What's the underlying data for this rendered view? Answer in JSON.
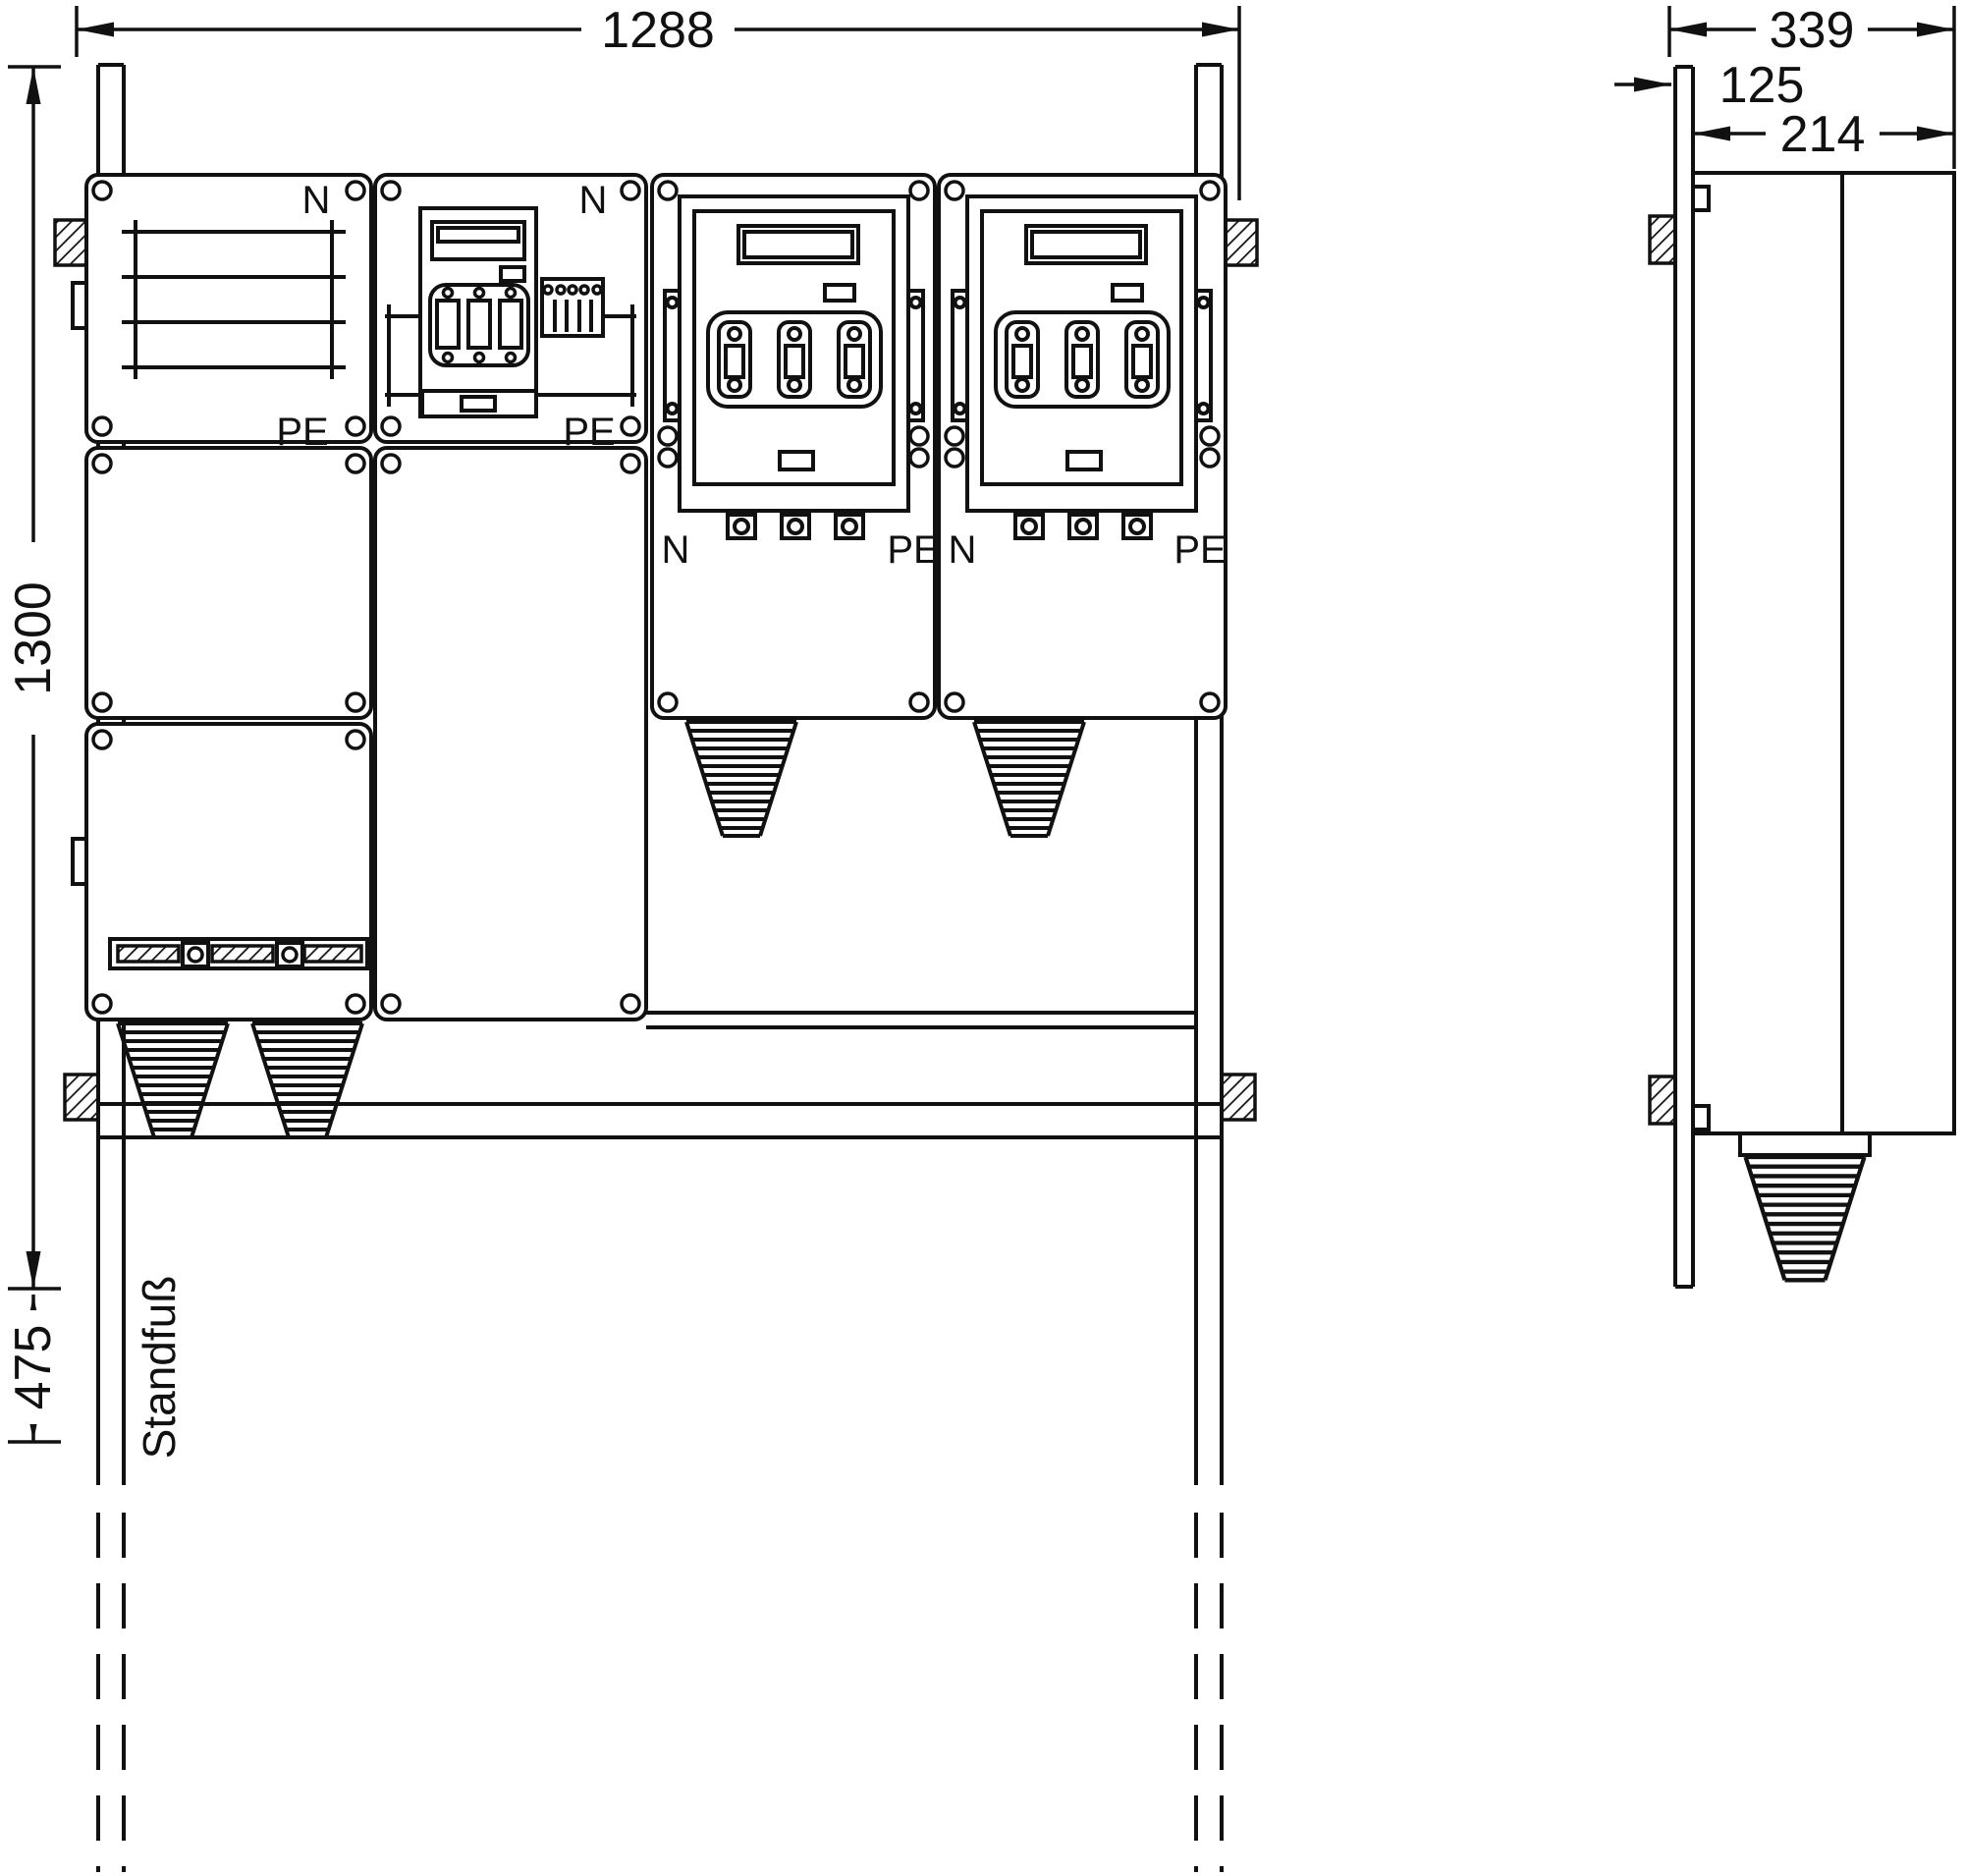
{
  "colors": {
    "line": "#111111",
    "background": "#ffffff"
  },
  "dimensions": {
    "front_width_mm": "1288",
    "front_height_mm": "1300",
    "foot_height_mm": "475",
    "depth_total_mm": "339",
    "depth_front_mm": "125",
    "depth_body_mm": "214"
  },
  "labels": {
    "neutral": "N",
    "protective_earth": "PE",
    "foot": "Standfuß"
  }
}
